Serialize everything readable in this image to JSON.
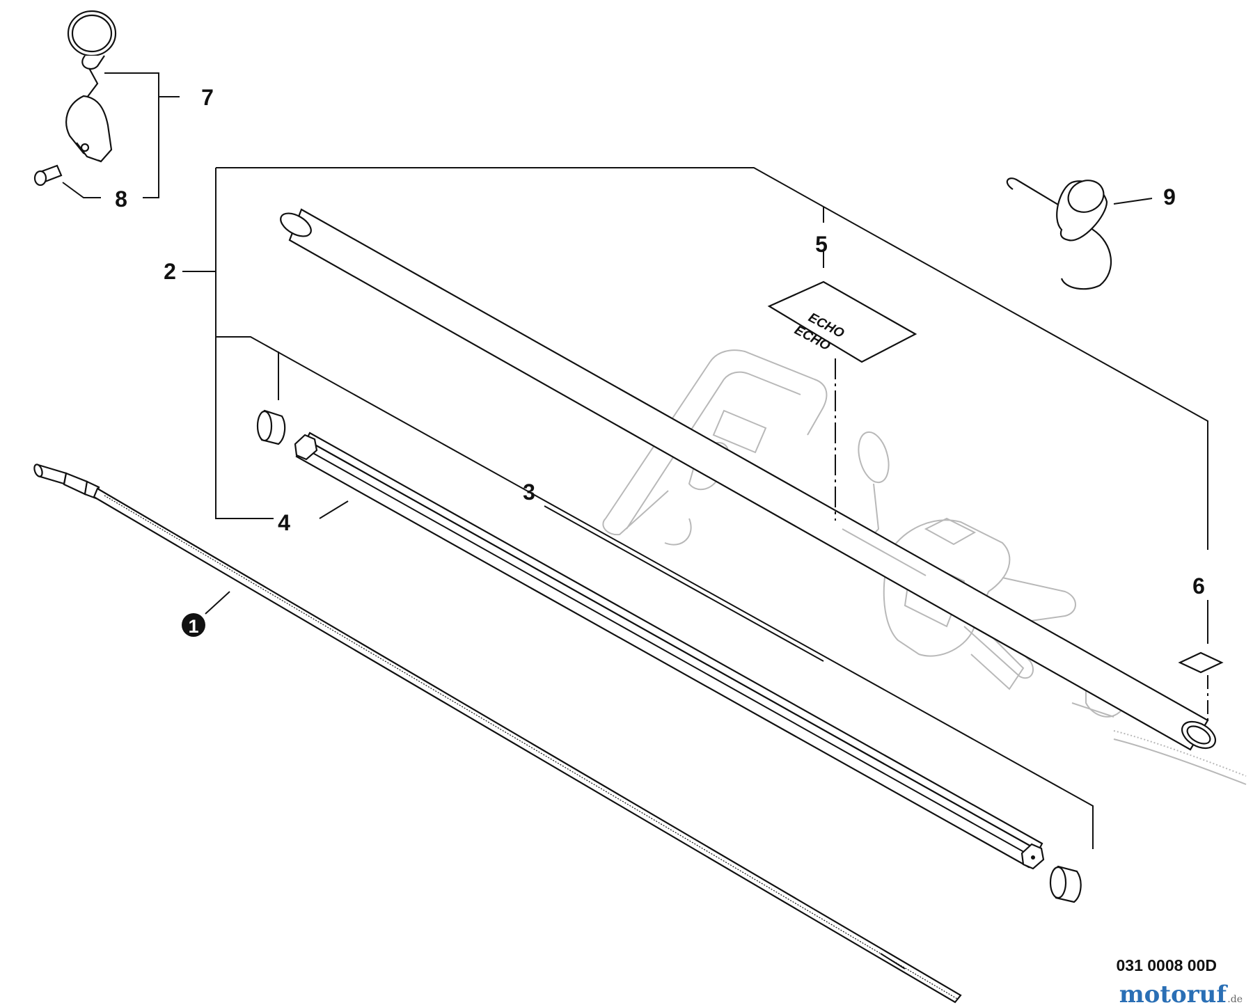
{
  "callouts": {
    "c1": "1",
    "c2": "2",
    "c3": "3",
    "c4": "4",
    "c5": "5",
    "c6": "6",
    "c7": "7",
    "c8": "8",
    "c9": "9"
  },
  "decal_text": "ECHO",
  "diagram_code": "031 0008 00D",
  "watermark": {
    "name": "motoruf",
    "suffix": ".de"
  }
}
